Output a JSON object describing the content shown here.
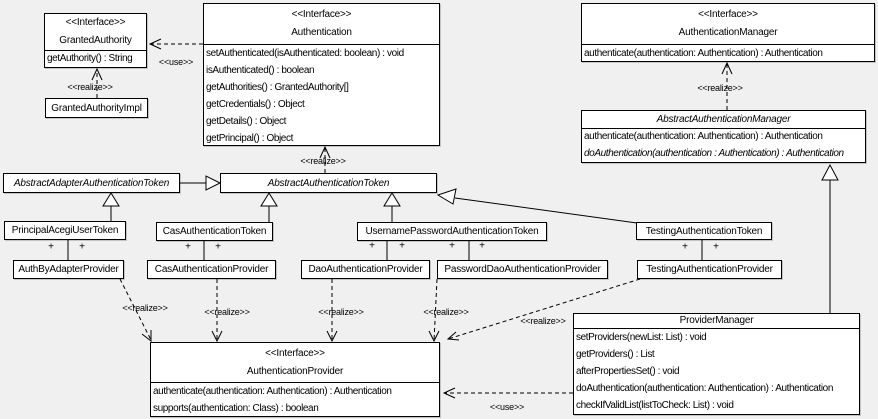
{
  "colors": {
    "background": "#f0f0f0",
    "box_fill": "#ffffff",
    "line": "#000000"
  },
  "labels": {
    "realize": "<<realize>>",
    "use": "<<use>>",
    "plus": "+"
  },
  "boxes": {
    "granted_authority": {
      "stereotype": "<<Interface>>",
      "name": "GrantedAuthority",
      "methods": [
        "getAuthority() : String"
      ]
    },
    "granted_authority_impl": {
      "name": "GrantedAuthorityImpl"
    },
    "authentication": {
      "stereotype": "<<Interface>>",
      "name": "Authentication",
      "methods": [
        "setAuthenticated(isAuthenticated: boolean) : void",
        "isAuthenticated() : boolean",
        "getAuthorities() : GrantedAuthority[]",
        "getCredentials() : Object",
        "getDetails() : Object",
        "getPrincipal() : Object"
      ]
    },
    "authentication_manager": {
      "stereotype": "<<Interface>>",
      "name": "AuthenticationManager",
      "methods": [
        "authenticate(authentication: Authentication) : Authentication"
      ]
    },
    "abstract_authentication_manager": {
      "name": "AbstractAuthenticationManager",
      "methods": [
        "authenticate(authentication: Authentication) : Authentication",
        "doAuthentication(authentication : Authentication) : Authentication"
      ]
    },
    "abstract_adapter_authentication_token": {
      "name": "AbstractAdapterAuthenticationToken"
    },
    "abstract_authentication_token": {
      "name": "AbstractAuthenticationToken"
    },
    "principal_acegi_user_token": {
      "name": "PrincipalAcegiUserToken"
    },
    "cas_authentication_token": {
      "name": "CasAuthenticationToken"
    },
    "username_password_authentication_token": {
      "name": "UsernamePasswordAuthenticationToken"
    },
    "testing_authentication_token": {
      "name": "TestingAuthenticationToken"
    },
    "auth_by_adapter_provider": {
      "name": "AuthByAdapterProvider"
    },
    "cas_authentication_provider": {
      "name": "CasAuthenticationProvider"
    },
    "dao_authentication_provider": {
      "name": "DaoAuthenticationProvider"
    },
    "password_dao_authentication_provider": {
      "name": "PasswordDaoAuthenticationProvider"
    },
    "testing_authentication_provider": {
      "name": "TestingAuthenticationProvider"
    },
    "authentication_provider": {
      "stereotype": "<<Interface>>",
      "name": "AuthenticationProvider",
      "methods": [
        "authenticate(authentication: Authentication) : Authentication",
        "supports(authentication: Class) : boolean"
      ]
    },
    "provider_manager": {
      "name": "ProviderManager",
      "methods": [
        "setProviders(newList: List) : void",
        "getProviders() : List",
        "afterPropertiesSet() : void",
        "doAuthentication(authentication: Authentication) : Authentication",
        "checkIfValidList(listToCheck: List) : void"
      ]
    }
  }
}
